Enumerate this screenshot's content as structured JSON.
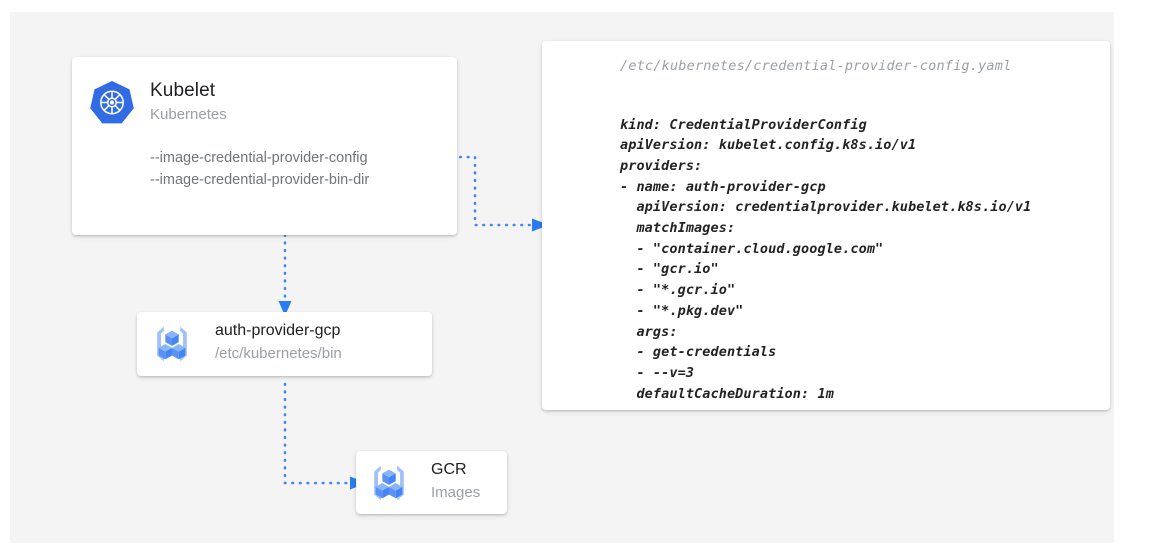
{
  "accent_color": "#4285f4",
  "canvas_bg": "#f4f4f4",
  "kubelet_card": {
    "icon": "kubernetes-logo-icon",
    "title": "Kubelet",
    "subtitle": "Kubernetes",
    "flags": [
      "--image-credential-provider-config",
      "--image-credential-provider-bin-dir"
    ]
  },
  "auth_provider_card": {
    "icon": "container-registry-icon",
    "title": "auth-provider-gcp",
    "subtitle": "/etc/kubernetes/bin"
  },
  "gcr_card": {
    "icon": "container-registry-icon",
    "title": "GCR",
    "subtitle": "Images"
  },
  "yaml_panel": {
    "file_path": "/etc/kubernetes/credential-provider-config.yaml",
    "content": "kind: CredentialProviderConfig\napiVersion: kubelet.config.k8s.io/v1\nproviders:\n- name: auth-provider-gcp\n  apiVersion: credentialprovider.kubelet.k8s.io/v1\n  matchImages:\n  - \"container.cloud.google.com\"\n  - \"gcr.io\"\n  - \"*.gcr.io\"\n  - \"*.pkg.dev\"\n  args:\n  - get-credentials\n  - --v=3\n  defaultCacheDuration: 1m"
  },
  "connectors": [
    {
      "name": "kubelet-config-to-yaml",
      "style": "dotted-arrow"
    },
    {
      "name": "kubelet-to-auth-provider",
      "style": "dotted-arrow"
    },
    {
      "name": "auth-provider-to-gcr",
      "style": "dotted-arrow"
    }
  ]
}
